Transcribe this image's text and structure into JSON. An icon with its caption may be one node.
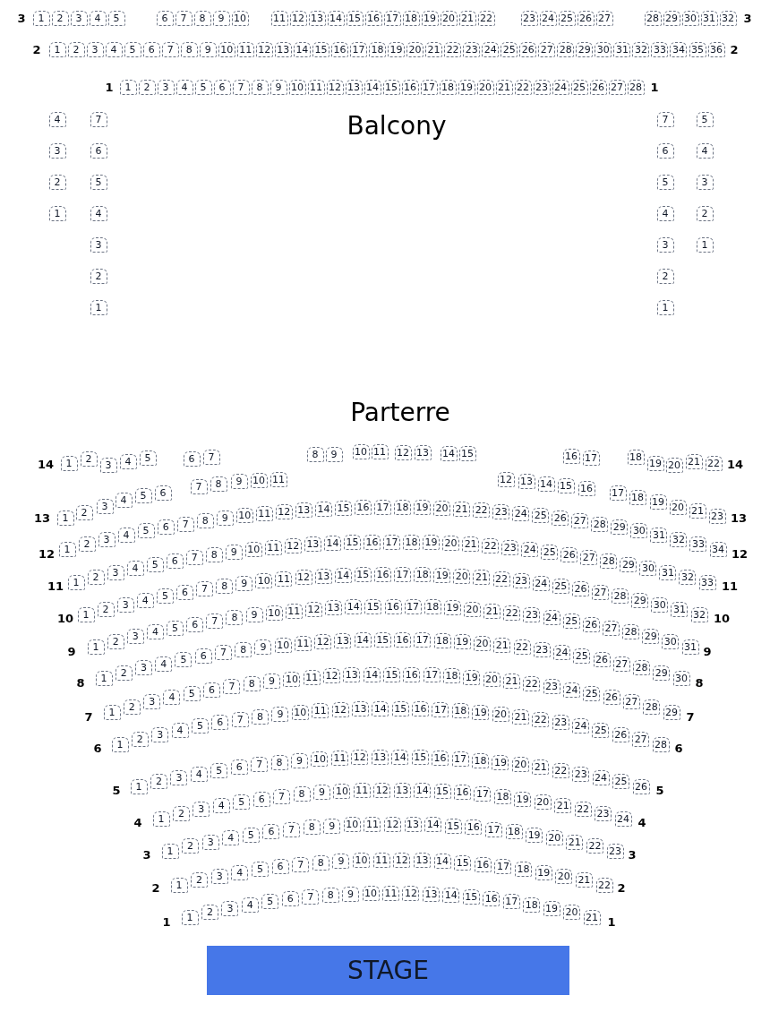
{
  "diagram": {
    "nodes": [
      {
        "text": [
          "1"
        ]
      },
      {
        "text": [
          "2"
        ]
      },
      {
        "text": [
          "3"
        ]
      },
      {
        "text": [
          "4"
        ]
      },
      {
        "text": [
          "5"
        ]
      },
      {
        "text": [
          "6"
        ]
      },
      {
        "text": [
          "7"
        ]
      },
      {
        "text": [
          "8"
        ]
      },
      {
        "text": [
          "9"
        ]
      },
      {
        "text": [
          "10"
        ]
      },
      {
        "text": [
          "11"
        ]
      },
      {
        "text": [
          "12"
        ]
      },
      {
        "text": [
          "13"
        ]
      },
      {
        "text": [
          "14"
        ]
      },
      {
        "text": [
          "15"
        ]
      },
      {
        "text": [
          "16"
        ]
      },
      {
        "text": [
          "17"
        ]
      },
      {
        "text": [
          "18"
        ]
      },
      {
        "text": [
          "19"
        ]
      },
      {
        "text": [
          "20"
        ]
      },
      {
        "text": [
          "21"
        ]
      },
      {
        "text": [
          "22"
        ]
      },
      {
        "text": [
          "23"
        ]
      },
      {
        "text": [
          "24"
        ]
      },
      {
        "text": [
          "25"
        ]
      },
      {
        "text": [
          "26"
        ]
      },
      {
        "text": [
          "27"
        ]
      },
      {
        "text": [
          "28"
        ]
      },
      {
        "text": [
          "29"
        ]
      },
      {
        "text": [
          "30"
        ]
      },
      {
        "text": [
          "31"
        ]
      },
      {
        "text": [
          "32"
        ]
      },
      {
        "text": [
          "1"
        ]
      },
      {
        "text": [
          "2"
        ]
      },
      {
        "text": [
          "3"
        ]
      },
      {
        "text": [
          "4"
        ]
      },
      {
        "text": [
          "5"
        ]
      },
      {
        "text": [
          "6"
        ]
      },
      {
        "text": [
          "7"
        ]
      },
      {
        "text": [
          "8"
        ]
      },
      {
        "text": [
          "9"
        ]
      },
      {
        "text": [
          "10"
        ]
      },
      {
        "text": [
          "11"
        ]
      },
      {
        "text": [
          "12"
        ]
      },
      {
        "text": [
          "13"
        ]
      },
      {
        "text": [
          "14"
        ]
      },
      {
        "text": [
          "15"
        ]
      },
      {
        "text": [
          "16"
        ]
      },
      {
        "text": [
          "17"
        ]
      },
      {
        "text": [
          "18"
        ]
      },
      {
        "text": [
          "19"
        ]
      },
      {
        "text": [
          "20"
        ]
      },
      {
        "text": [
          "21"
        ]
      },
      {
        "text": [
          "22"
        ]
      },
      {
        "text": [
          "23"
        ]
      },
      {
        "text": [
          "24"
        ]
      },
      {
        "text": [
          "25"
        ]
      },
      {
        "text": [
          "26"
        ]
      },
      {
        "text": [
          "27"
        ]
      },
      {
        "text": [
          "28"
        ]
      },
      {
        "text": [
          "29"
        ]
      },
      {
        "text": [
          "30"
        ]
      },
      {
        "text": [
          "31"
        ]
      },
      {
        "text": [
          "32"
        ]
      },
      {
        "text": [
          "33"
        ]
      },
      {
        "text": [
          "34"
        ]
      },
      {
        "text": [
          "35"
        ]
      },
      {
        "text": [
          "36"
        ]
      },
      {
        "text": [
          "1"
        ]
      },
      {
        "text": [
          "2"
        ]
      },
      {
        "text": [
          "3"
        ]
      },
      {
        "text": [
          "4"
        ]
      },
      {
        "text": [
          "5"
        ]
      },
      {
        "text": [
          "6"
        ]
      },
      {
        "text": [
          "7"
        ]
      },
      {
        "text": [
          "8"
        ]
      },
      {
        "text": [
          "9"
        ]
      },
      {
        "text": [
          "10"
        ]
      },
      {
        "text": [
          "11"
        ]
      },
      {
        "text": [
          "12"
        ]
      },
      {
        "text": [
          "13"
        ]
      },
      {
        "text": [
          "14"
        ]
      },
      {
        "text": [
          "15"
        ]
      },
      {
        "text": [
          "16"
        ]
      },
      {
        "text": [
          "17"
        ]
      },
      {
        "text": [
          "18"
        ]
      },
      {
        "text": [
          "19"
        ]
      },
      {
        "text": [
          "20"
        ]
      },
      {
        "text": [
          "21"
        ]
      },
      {
        "text": [
          "22"
        ]
      },
      {
        "text": [
          "23"
        ]
      },
      {
        "text": [
          "24"
        ]
      },
      {
        "text": [
          "25"
        ]
      },
      {
        "text": [
          "26"
        ]
      },
      {
        "text": [
          "27"
        ]
      },
      {
        "text": [
          "28"
        ]
      },
      {
        "text": [
          "4"
        ]
      },
      {
        "text": [
          "3"
        ]
      },
      {
        "text": [
          "2"
        ]
      },
      {
        "text": [
          "1"
        ]
      },
      {
        "text": [
          "7"
        ]
      },
      {
        "text": [
          "6"
        ]
      },
      {
        "text": [
          "5"
        ]
      },
      {
        "text": [
          "4"
        ]
      },
      {
        "text": [
          "3"
        ]
      },
      {
        "text": [
          "2"
        ]
      },
      {
        "text": [
          "1"
        ]
      },
      {
        "text": [
          "7"
        ]
      },
      {
        "text": [
          "6"
        ]
      },
      {
        "text": [
          "5"
        ]
      },
      {
        "text": [
          "4"
        ]
      },
      {
        "text": [
          "3"
        ]
      },
      {
        "text": [
          "2"
        ]
      },
      {
        "text": [
          "1"
        ]
      },
      {
        "text": [
          "5"
        ]
      },
      {
        "text": [
          "4"
        ]
      },
      {
        "text": [
          "3"
        ]
      },
      {
        "text": [
          "2"
        ]
      },
      {
        "text": [
          "1"
        ]
      },
      {
        "text": [
          "1"
        ]
      },
      {
        "text": [
          "2"
        ]
      },
      {
        "text": [
          "3"
        ]
      },
      {
        "text": [
          "4"
        ]
      },
      {
        "text": [
          "5"
        ]
      },
      {
        "text": [
          "6"
        ]
      },
      {
        "text": [
          "7"
        ]
      },
      {
        "text": [
          "8"
        ]
      },
      {
        "text": [
          "9"
        ]
      },
      {
        "text": [
          "10"
        ]
      },
      {
        "text": [
          "11"
        ]
      },
      {
        "text": [
          "12"
        ]
      },
      {
        "text": [
          "13"
        ]
      },
      {
        "text": [
          "14"
        ]
      },
      {
        "text": [
          "15"
        ]
      },
      {
        "text": [
          "16"
        ]
      },
      {
        "text": [
          "17"
        ]
      },
      {
        "text": [
          "18"
        ]
      },
      {
        "text": [
          "19"
        ]
      },
      {
        "text": [
          "20"
        ]
      },
      {
        "text": [
          "21"
        ]
      },
      {
        "text": [
          "22"
        ]
      },
      {
        "text": [
          "1"
        ]
      },
      {
        "text": [
          "2"
        ]
      },
      {
        "text": [
          "3"
        ]
      },
      {
        "text": [
          "4"
        ]
      },
      {
        "text": [
          "5"
        ]
      },
      {
        "text": [
          "6"
        ]
      },
      {
        "text": [
          "7"
        ]
      },
      {
        "text": [
          "8"
        ]
      },
      {
        "text": [
          "9"
        ]
      },
      {
        "text": [
          "10"
        ]
      },
      {
        "text": [
          "11"
        ]
      },
      {
        "text": [
          "12"
        ]
      },
      {
        "text": [
          "13"
        ]
      },
      {
        "text": [
          "14"
        ]
      },
      {
        "text": [
          "15"
        ]
      },
      {
        "text": [
          "16"
        ]
      },
      {
        "text": [
          "17"
        ]
      },
      {
        "text": [
          "18"
        ]
      },
      {
        "text": [
          "19"
        ]
      },
      {
        "text": [
          "20"
        ]
      },
      {
        "text": [
          "21"
        ]
      },
      {
        "text": [
          "23"
        ]
      },
      {
        "text": [
          "1"
        ]
      },
      {
        "text": [
          "2"
        ]
      },
      {
        "text": [
          "3"
        ]
      },
      {
        "text": [
          "4"
        ]
      },
      {
        "text": [
          "5"
        ]
      },
      {
        "text": [
          "6"
        ]
      },
      {
        "text": [
          "7"
        ]
      },
      {
        "text": [
          "8"
        ]
      },
      {
        "text": [
          "9"
        ]
      },
      {
        "text": [
          "10"
        ]
      },
      {
        "text": [
          "11"
        ]
      },
      {
        "text": [
          "12"
        ]
      },
      {
        "text": [
          "13"
        ]
      },
      {
        "text": [
          "14"
        ]
      },
      {
        "text": [
          "15"
        ]
      },
      {
        "text": [
          "16"
        ]
      },
      {
        "text": [
          "17"
        ]
      },
      {
        "text": [
          "18"
        ]
      },
      {
        "text": [
          "19"
        ]
      },
      {
        "text": [
          "20"
        ]
      },
      {
        "text": [
          "21"
        ]
      },
      {
        "text": [
          "22"
        ]
      },
      {
        "text": [
          "23"
        ]
      },
      {
        "text": [
          "24"
        ]
      },
      {
        "text": [
          "25"
        ]
      },
      {
        "text": [
          "26"
        ]
      },
      {
        "text": [
          "27"
        ]
      },
      {
        "text": [
          "28"
        ]
      },
      {
        "text": [
          "29"
        ]
      },
      {
        "text": [
          "30"
        ]
      },
      {
        "text": [
          "31"
        ]
      },
      {
        "text": [
          "32"
        ]
      },
      {
        "text": [
          "33"
        ]
      },
      {
        "text": [
          "34"
        ]
      },
      {
        "text": [
          "1"
        ]
      },
      {
        "text": [
          "2"
        ]
      },
      {
        "text": [
          "3"
        ]
      },
      {
        "text": [
          "4"
        ]
      },
      {
        "text": [
          "5"
        ]
      },
      {
        "text": [
          "6"
        ]
      },
      {
        "text": [
          "7"
        ]
      },
      {
        "text": [
          "8"
        ]
      },
      {
        "text": [
          "9"
        ]
      },
      {
        "text": [
          "10"
        ]
      },
      {
        "text": [
          "11"
        ]
      },
      {
        "text": [
          "12"
        ]
      },
      {
        "text": [
          "13"
        ]
      },
      {
        "text": [
          "14"
        ]
      },
      {
        "text": [
          "15"
        ]
      },
      {
        "text": [
          "16"
        ]
      },
      {
        "text": [
          "17"
        ]
      },
      {
        "text": [
          "18"
        ]
      },
      {
        "text": [
          "19"
        ]
      },
      {
        "text": [
          "20"
        ]
      },
      {
        "text": [
          "21"
        ]
      },
      {
        "text": [
          "22"
        ]
      },
      {
        "text": [
          "23"
        ]
      },
      {
        "text": [
          "24"
        ]
      },
      {
        "text": [
          "25"
        ]
      },
      {
        "text": [
          "26"
        ]
      },
      {
        "text": [
          "27"
        ]
      },
      {
        "text": [
          "28"
        ]
      },
      {
        "text": [
          "29"
        ]
      },
      {
        "text": [
          "30"
        ]
      },
      {
        "text": [
          "31"
        ]
      },
      {
        "text": [
          "32"
        ]
      },
      {
        "text": [
          "33"
        ]
      },
      {
        "text": [
          "1"
        ]
      },
      {
        "text": [
          "2"
        ]
      },
      {
        "text": [
          "3"
        ]
      },
      {
        "text": [
          "4"
        ]
      },
      {
        "text": [
          "5"
        ]
      },
      {
        "text": [
          "6"
        ]
      },
      {
        "text": [
          "7"
        ]
      },
      {
        "text": [
          "8"
        ]
      },
      {
        "text": [
          "9"
        ]
      },
      {
        "text": [
          "10"
        ]
      },
      {
        "text": [
          "11"
        ]
      },
      {
        "text": [
          "12"
        ]
      },
      {
        "text": [
          "13"
        ]
      },
      {
        "text": [
          "14"
        ]
      },
      {
        "text": [
          "15"
        ]
      },
      {
        "text": [
          "16"
        ]
      },
      {
        "text": [
          "17"
        ]
      },
      {
        "text": [
          "18"
        ]
      },
      {
        "text": [
          "19"
        ]
      },
      {
        "text": [
          "20"
        ]
      },
      {
        "text": [
          "21"
        ]
      },
      {
        "text": [
          "22"
        ]
      },
      {
        "text": [
          "23"
        ]
      },
      {
        "text": [
          "24"
        ]
      },
      {
        "text": [
          "25"
        ]
      },
      {
        "text": [
          "26"
        ]
      },
      {
        "text": [
          "27"
        ]
      },
      {
        "text": [
          "28"
        ]
      },
      {
        "text": [
          "29"
        ]
      },
      {
        "text": [
          "30"
        ]
      },
      {
        "text": [
          "31"
        ]
      },
      {
        "text": [
          "32"
        ]
      },
      {
        "text": [
          "1"
        ]
      },
      {
        "text": [
          "2"
        ]
      },
      {
        "text": [
          "3"
        ]
      },
      {
        "text": [
          "4"
        ]
      },
      {
        "text": [
          "5"
        ]
      },
      {
        "text": [
          "6"
        ]
      },
      {
        "text": [
          "7"
        ]
      },
      {
        "text": [
          "8"
        ]
      },
      {
        "text": [
          "9"
        ]
      },
      {
        "text": [
          "10"
        ]
      },
      {
        "text": [
          "11"
        ]
      },
      {
        "text": [
          "12"
        ]
      },
      {
        "text": [
          "13"
        ]
      },
      {
        "text": [
          "14"
        ]
      },
      {
        "text": [
          "15"
        ]
      },
      {
        "text": [
          "16"
        ]
      },
      {
        "text": [
          "17"
        ]
      },
      {
        "text": [
          "18"
        ]
      },
      {
        "text": [
          "19"
        ]
      },
      {
        "text": [
          "20"
        ]
      },
      {
        "text": [
          "21"
        ]
      },
      {
        "text": [
          "22"
        ]
      },
      {
        "text": [
          "23"
        ]
      },
      {
        "text": [
          "24"
        ]
      },
      {
        "text": [
          "25"
        ]
      },
      {
        "text": [
          "26"
        ]
      },
      {
        "text": [
          "27"
        ]
      },
      {
        "text": [
          "28"
        ]
      },
      {
        "text": [
          "29"
        ]
      },
      {
        "text": [
          "30"
        ]
      },
      {
        "text": [
          "31"
        ]
      },
      {
        "text": [
          "1"
        ]
      },
      {
        "text": [
          "2"
        ]
      },
      {
        "text": [
          "3"
        ]
      },
      {
        "text": [
          "4"
        ]
      },
      {
        "text": [
          "5"
        ]
      },
      {
        "text": [
          "6"
        ]
      },
      {
        "text": [
          "7"
        ]
      },
      {
        "text": [
          "8"
        ]
      },
      {
        "text": [
          "9"
        ]
      },
      {
        "text": [
          "10"
        ]
      },
      {
        "text": [
          "11"
        ]
      },
      {
        "text": [
          "12"
        ]
      },
      {
        "text": [
          "13"
        ]
      },
      {
        "text": [
          "14"
        ]
      },
      {
        "text": [
          "15"
        ]
      },
      {
        "text": [
          "16"
        ]
      },
      {
        "text": [
          "17"
        ]
      },
      {
        "text": [
          "18"
        ]
      },
      {
        "text": [
          "19"
        ]
      },
      {
        "text": [
          "20"
        ]
      },
      {
        "text": [
          "21"
        ]
      },
      {
        "text": [
          "22"
        ]
      },
      {
        "text": [
          "23"
        ]
      },
      {
        "text": [
          "24"
        ]
      },
      {
        "text": [
          "25"
        ]
      },
      {
        "text": [
          "26"
        ]
      },
      {
        "text": [
          "27"
        ]
      },
      {
        "text": [
          "28"
        ]
      },
      {
        "text": [
          "29"
        ]
      },
      {
        "text": [
          "30"
        ]
      },
      {
        "text": [
          "1"
        ]
      },
      {
        "text": [
          "2"
        ]
      },
      {
        "text": [
          "3"
        ]
      },
      {
        "text": [
          "4"
        ]
      },
      {
        "text": [
          "5"
        ]
      },
      {
        "text": [
          "6"
        ]
      },
      {
        "text": [
          "7"
        ]
      },
      {
        "text": [
          "8"
        ]
      },
      {
        "text": [
          "9"
        ]
      },
      {
        "text": [
          "10"
        ]
      },
      {
        "text": [
          "11"
        ]
      },
      {
        "text": [
          "12"
        ]
      },
      {
        "text": [
          "13"
        ]
      },
      {
        "text": [
          "14"
        ]
      },
      {
        "text": [
          "15"
        ]
      },
      {
        "text": [
          "16"
        ]
      },
      {
        "text": [
          "17"
        ]
      },
      {
        "text": [
          "18"
        ]
      },
      {
        "text": [
          "19"
        ]
      },
      {
        "text": [
          "20"
        ]
      },
      {
        "text": [
          "21"
        ]
      },
      {
        "text": [
          "22"
        ]
      },
      {
        "text": [
          "23"
        ]
      },
      {
        "text": [
          "24"
        ]
      },
      {
        "text": [
          "25"
        ]
      },
      {
        "text": [
          "26"
        ]
      },
      {
        "text": [
          "27"
        ]
      },
      {
        "text": [
          "28"
        ]
      },
      {
        "text": [
          "29"
        ]
      },
      {
        "text": [
          "1"
        ]
      },
      {
        "text": [
          "2"
        ]
      },
      {
        "text": [
          "3"
        ]
      },
      {
        "text": [
          "4"
        ]
      },
      {
        "text": [
          "5"
        ]
      },
      {
        "text": [
          "6"
        ]
      },
      {
        "text": [
          "7"
        ]
      },
      {
        "text": [
          "8"
        ]
      },
      {
        "text": [
          "9"
        ]
      },
      {
        "text": [
          "10"
        ]
      },
      {
        "text": [
          "11"
        ]
      },
      {
        "text": [
          "12"
        ]
      },
      {
        "text": [
          "13"
        ]
      },
      {
        "text": [
          "14"
        ]
      },
      {
        "text": [
          "15"
        ]
      },
      {
        "text": [
          "16"
        ]
      },
      {
        "text": [
          "17"
        ]
      },
      {
        "text": [
          "18"
        ]
      },
      {
        "text": [
          "19"
        ]
      },
      {
        "text": [
          "20"
        ]
      },
      {
        "text": [
          "21"
        ]
      },
      {
        "text": [
          "22"
        ]
      },
      {
        "text": [
          "23"
        ]
      },
      {
        "text": [
          "24"
        ]
      },
      {
        "text": [
          "25"
        ]
      },
      {
        "text": [
          "26"
        ]
      },
      {
        "text": [
          "27"
        ]
      },
      {
        "text": [
          "28"
        ]
      },
      {
        "text": [
          "1"
        ]
      },
      {
        "text": [
          "2"
        ]
      },
      {
        "text": [
          "3"
        ]
      },
      {
        "text": [
          "4"
        ]
      },
      {
        "text": [
          "5"
        ]
      },
      {
        "text": [
          "6"
        ]
      },
      {
        "text": [
          "7"
        ]
      },
      {
        "text": [
          "8"
        ]
      },
      {
        "text": [
          "9"
        ]
      },
      {
        "text": [
          "10"
        ]
      },
      {
        "text": [
          "11"
        ]
      },
      {
        "text": [
          "12"
        ]
      },
      {
        "text": [
          "13"
        ]
      },
      {
        "text": [
          "14"
        ]
      },
      {
        "text": [
          "15"
        ]
      },
      {
        "text": [
          "16"
        ]
      },
      {
        "text": [
          "17"
        ]
      },
      {
        "text": [
          "18"
        ]
      },
      {
        "text": [
          "19"
        ]
      },
      {
        "text": [
          "20"
        ]
      },
      {
        "text": [
          "21"
        ]
      },
      {
        "text": [
          "22"
        ]
      },
      {
        "text": [
          "23"
        ]
      },
      {
        "text": [
          "24"
        ]
      },
      {
        "text": [
          "25"
        ]
      },
      {
        "text": [
          "26"
        ]
      },
      {
        "text": [
          "1"
        ]
      },
      {
        "text": [
          "2"
        ]
      },
      {
        "text": [
          "3"
        ]
      },
      {
        "text": [
          "4"
        ]
      },
      {
        "text": [
          "5"
        ]
      },
      {
        "text": [
          "6"
        ]
      },
      {
        "text": [
          "7"
        ]
      },
      {
        "text": [
          "8"
        ]
      },
      {
        "text": [
          "9"
        ]
      },
      {
        "text": [
          "10"
        ]
      },
      {
        "text": [
          "11"
        ]
      },
      {
        "text": [
          "12"
        ]
      },
      {
        "text": [
          "13"
        ]
      },
      {
        "text": [
          "14"
        ]
      },
      {
        "text": [
          "15"
        ]
      },
      {
        "text": [
          "16"
        ]
      },
      {
        "text": [
          "17"
        ]
      },
      {
        "text": [
          "18"
        ]
      },
      {
        "text": [
          "19"
        ]
      },
      {
        "text": [
          "20"
        ]
      },
      {
        "text": [
          "21"
        ]
      },
      {
        "text": [
          "22"
        ]
      },
      {
        "text": [
          "23"
        ]
      },
      {
        "text": [
          "24"
        ]
      },
      {
        "text": [
          "1"
        ]
      },
      {
        "text": [
          "2"
        ]
      },
      {
        "text": [
          "3"
        ]
      },
      {
        "text": [
          "4"
        ]
      },
      {
        "text": [
          "5"
        ]
      },
      {
        "text": [
          "6"
        ]
      },
      {
        "text": [
          "7"
        ]
      },
      {
        "text": [
          "8"
        ]
      },
      {
        "text": [
          "9"
        ]
      },
      {
        "text": [
          "10"
        ]
      },
      {
        "text": [
          "11"
        ]
      },
      {
        "text": [
          "12"
        ]
      },
      {
        "text": [
          "13"
        ]
      },
      {
        "text": [
          "14"
        ]
      },
      {
        "text": [
          "15"
        ]
      },
      {
        "text": [
          "16"
        ]
      },
      {
        "text": [
          "17"
        ]
      },
      {
        "text": [
          "18"
        ]
      },
      {
        "text": [
          "19"
        ]
      },
      {
        "text": [
          "20"
        ]
      },
      {
        "text": [
          "21"
        ]
      },
      {
        "text": [
          "22"
        ]
      },
      {
        "text": [
          "23"
        ]
      },
      {
        "text": [
          "1"
        ]
      },
      {
        "text": [
          "2"
        ]
      },
      {
        "text": [
          "3"
        ]
      },
      {
        "text": [
          "4"
        ]
      },
      {
        "text": [
          "5"
        ]
      },
      {
        "text": [
          "6"
        ]
      },
      {
        "text": [
          "7"
        ]
      },
      {
        "text": [
          "8"
        ]
      },
      {
        "text": [
          "9"
        ]
      },
      {
        "text": [
          "10"
        ]
      },
      {
        "text": [
          "11"
        ]
      },
      {
        "text": [
          "12"
        ]
      },
      {
        "text": [
          "13"
        ]
      },
      {
        "text": [
          "14"
        ]
      },
      {
        "text": [
          "15"
        ]
      },
      {
        "text": [
          "16"
        ]
      },
      {
        "text": [
          "17"
        ]
      },
      {
        "text": [
          "18"
        ]
      },
      {
        "text": [
          "19"
        ]
      },
      {
        "text": [
          "20"
        ]
      },
      {
        "text": [
          "21"
        ]
      },
      {
        "text": [
          "22"
        ]
      },
      {
        "text": [
          "1"
        ]
      },
      {
        "text": [
          "2"
        ]
      },
      {
        "text": [
          "3"
        ]
      },
      {
        "text": [
          "4"
        ]
      },
      {
        "text": [
          "5"
        ]
      },
      {
        "text": [
          "6"
        ]
      },
      {
        "text": [
          "7"
        ]
      },
      {
        "text": [
          "8"
        ]
      },
      {
        "text": [
          "9"
        ]
      },
      {
        "text": [
          "10"
        ]
      },
      {
        "text": [
          "11"
        ]
      },
      {
        "text": [
          "12"
        ]
      },
      {
        "text": [
          "13"
        ]
      },
      {
        "text": [
          "14"
        ]
      },
      {
        "text": [
          "15"
        ]
      },
      {
        "text": [
          "16"
        ]
      },
      {
        "text": [
          "17"
        ]
      },
      {
        "text": [
          "18"
        ]
      },
      {
        "text": [
          "19"
        ]
      },
      {
        "text": [
          "20"
        ]
      },
      {
        "text": [
          "21"
        ]
      },
      {
        "text": [
          "STAGE"
        ]
      }
    ],
    "labels": [
      "3",
      "3",
      "2",
      "2",
      "1",
      "1",
      "Balcony",
      "Parterre",
      "14",
      "14",
      "13",
      "13",
      "12",
      "12",
      "11",
      "11",
      "10",
      "10",
      "9",
      "9",
      "8",
      "8",
      "7",
      "7",
      "6",
      "6",
      "5",
      "5",
      "4",
      "4",
      "3",
      "3",
      "2",
      "2",
      "1",
      "1"
    ]
  }
}
